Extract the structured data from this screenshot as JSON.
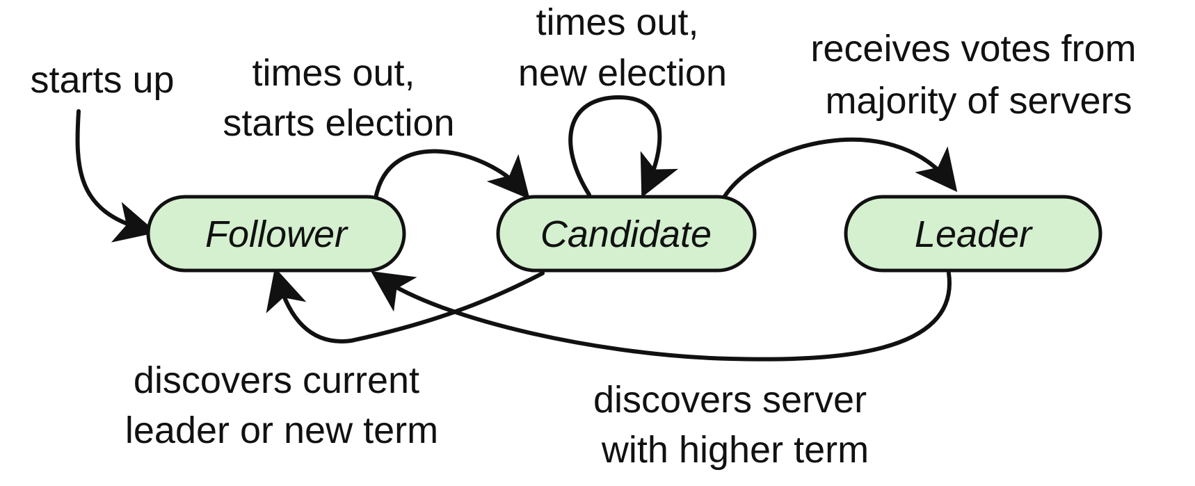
{
  "diagram": {
    "node_fill": "#d4f0cf",
    "stroke_color": "#111111",
    "states": {
      "follower": "Follower",
      "candidate": "Candidate",
      "leader": "Leader"
    },
    "transitions": {
      "starts_up": {
        "from": "",
        "to": "follower",
        "lines": [
          "starts up"
        ]
      },
      "follower_to_candidate": {
        "from": "follower",
        "to": "candidate",
        "lines": [
          "times out,",
          "starts election"
        ]
      },
      "candidate_self": {
        "from": "candidate",
        "to": "candidate",
        "lines": [
          "times out,",
          "new election"
        ]
      },
      "candidate_to_leader": {
        "from": "candidate",
        "to": "leader",
        "lines": [
          "receives votes from",
          "majority of servers"
        ]
      },
      "candidate_to_follower": {
        "from": "candidate",
        "to": "follower",
        "lines": [
          "discovers current",
          "leader or new term"
        ]
      },
      "leader_to_follower": {
        "from": "leader",
        "to": "follower",
        "lines": [
          "discovers server",
          "with higher term"
        ]
      }
    }
  }
}
